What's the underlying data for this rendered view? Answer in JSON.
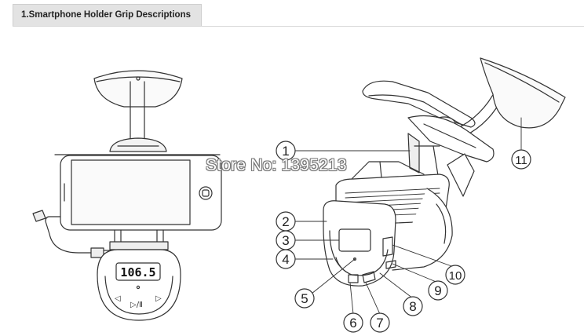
{
  "header": {
    "title": "1.Smartphone Holder Grip Descriptions"
  },
  "watermark": {
    "text": "Store No: 1395213"
  },
  "front_view": {
    "display": "106.5",
    "controls": [
      "◁",
      "▷/Ⅱ",
      "▷"
    ]
  },
  "callouts": [
    "1",
    "2",
    "3",
    "4",
    "5",
    "6",
    "7",
    "8",
    "9",
    "10",
    "11"
  ],
  "icons": [
    "suction-cup-icon",
    "phone-icon",
    "fm-transmitter-icon",
    "audio-jack-icon"
  ]
}
